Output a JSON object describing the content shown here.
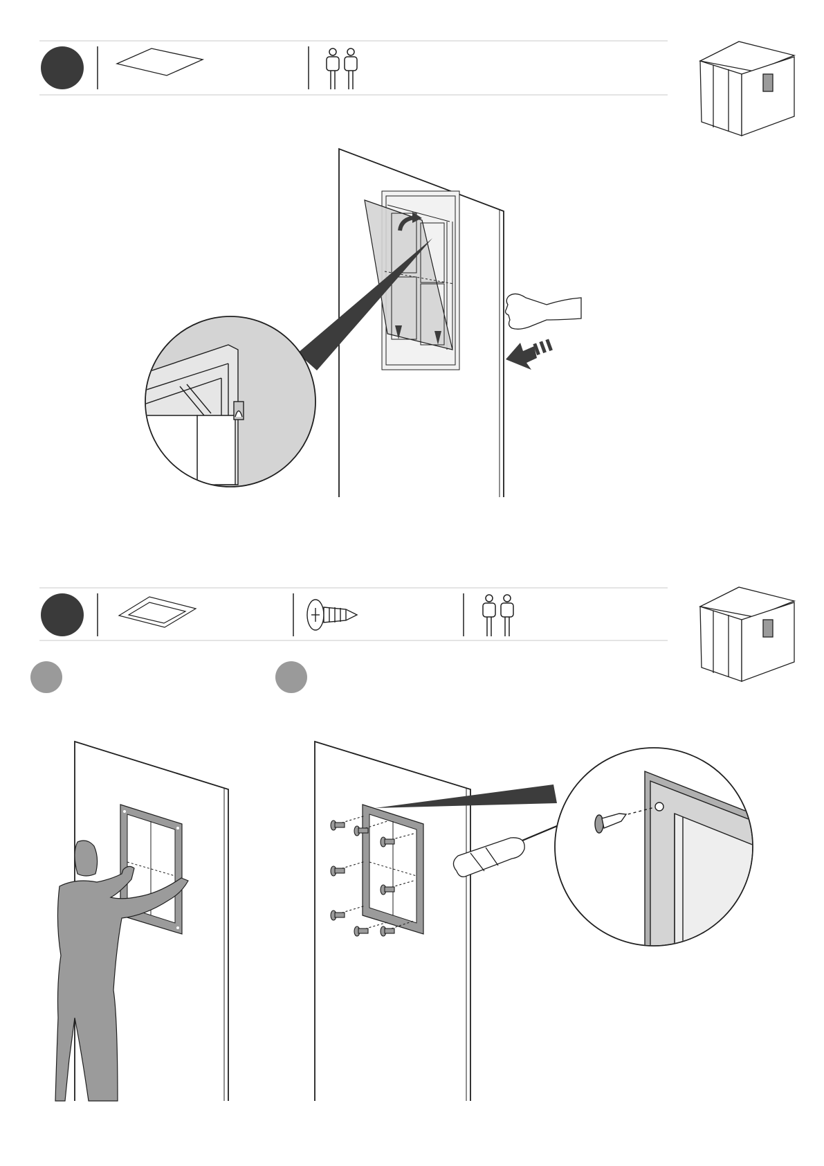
{
  "document": {
    "type": "assembly-instructions",
    "steps_on_page": 2,
    "substeps_on_page": 2
  },
  "step_top": {
    "number": "",
    "parts_icons": [
      "clear-panel-sheet-icon"
    ],
    "people_required": 2,
    "people_icon": "two-persons-icon",
    "context_icon": "shed-thumbnail-icon"
  },
  "step_bottom": {
    "number": "",
    "parts_icons": [
      "window-frame-icon",
      "screw-icon"
    ],
    "people_required": 2,
    "people_icon": "two-persons-icon",
    "context_icon": "shed-thumbnail-icon",
    "substeps": [
      {
        "label": "",
        "illustration": "person-holding-window-frame"
      },
      {
        "label": "",
        "illustration": "screwing-window-frame-with-screwdriver"
      }
    ]
  },
  "colors": {
    "line": "#1f1f1f",
    "step_badge": "#3a3a3a",
    "substep_badge": "#9a9a9a",
    "fill_light": "#d4d4d4",
    "fill_medium": "#9b9b9b",
    "fill_dark": "#3c3c3c",
    "divider": "#dcdcdc"
  }
}
